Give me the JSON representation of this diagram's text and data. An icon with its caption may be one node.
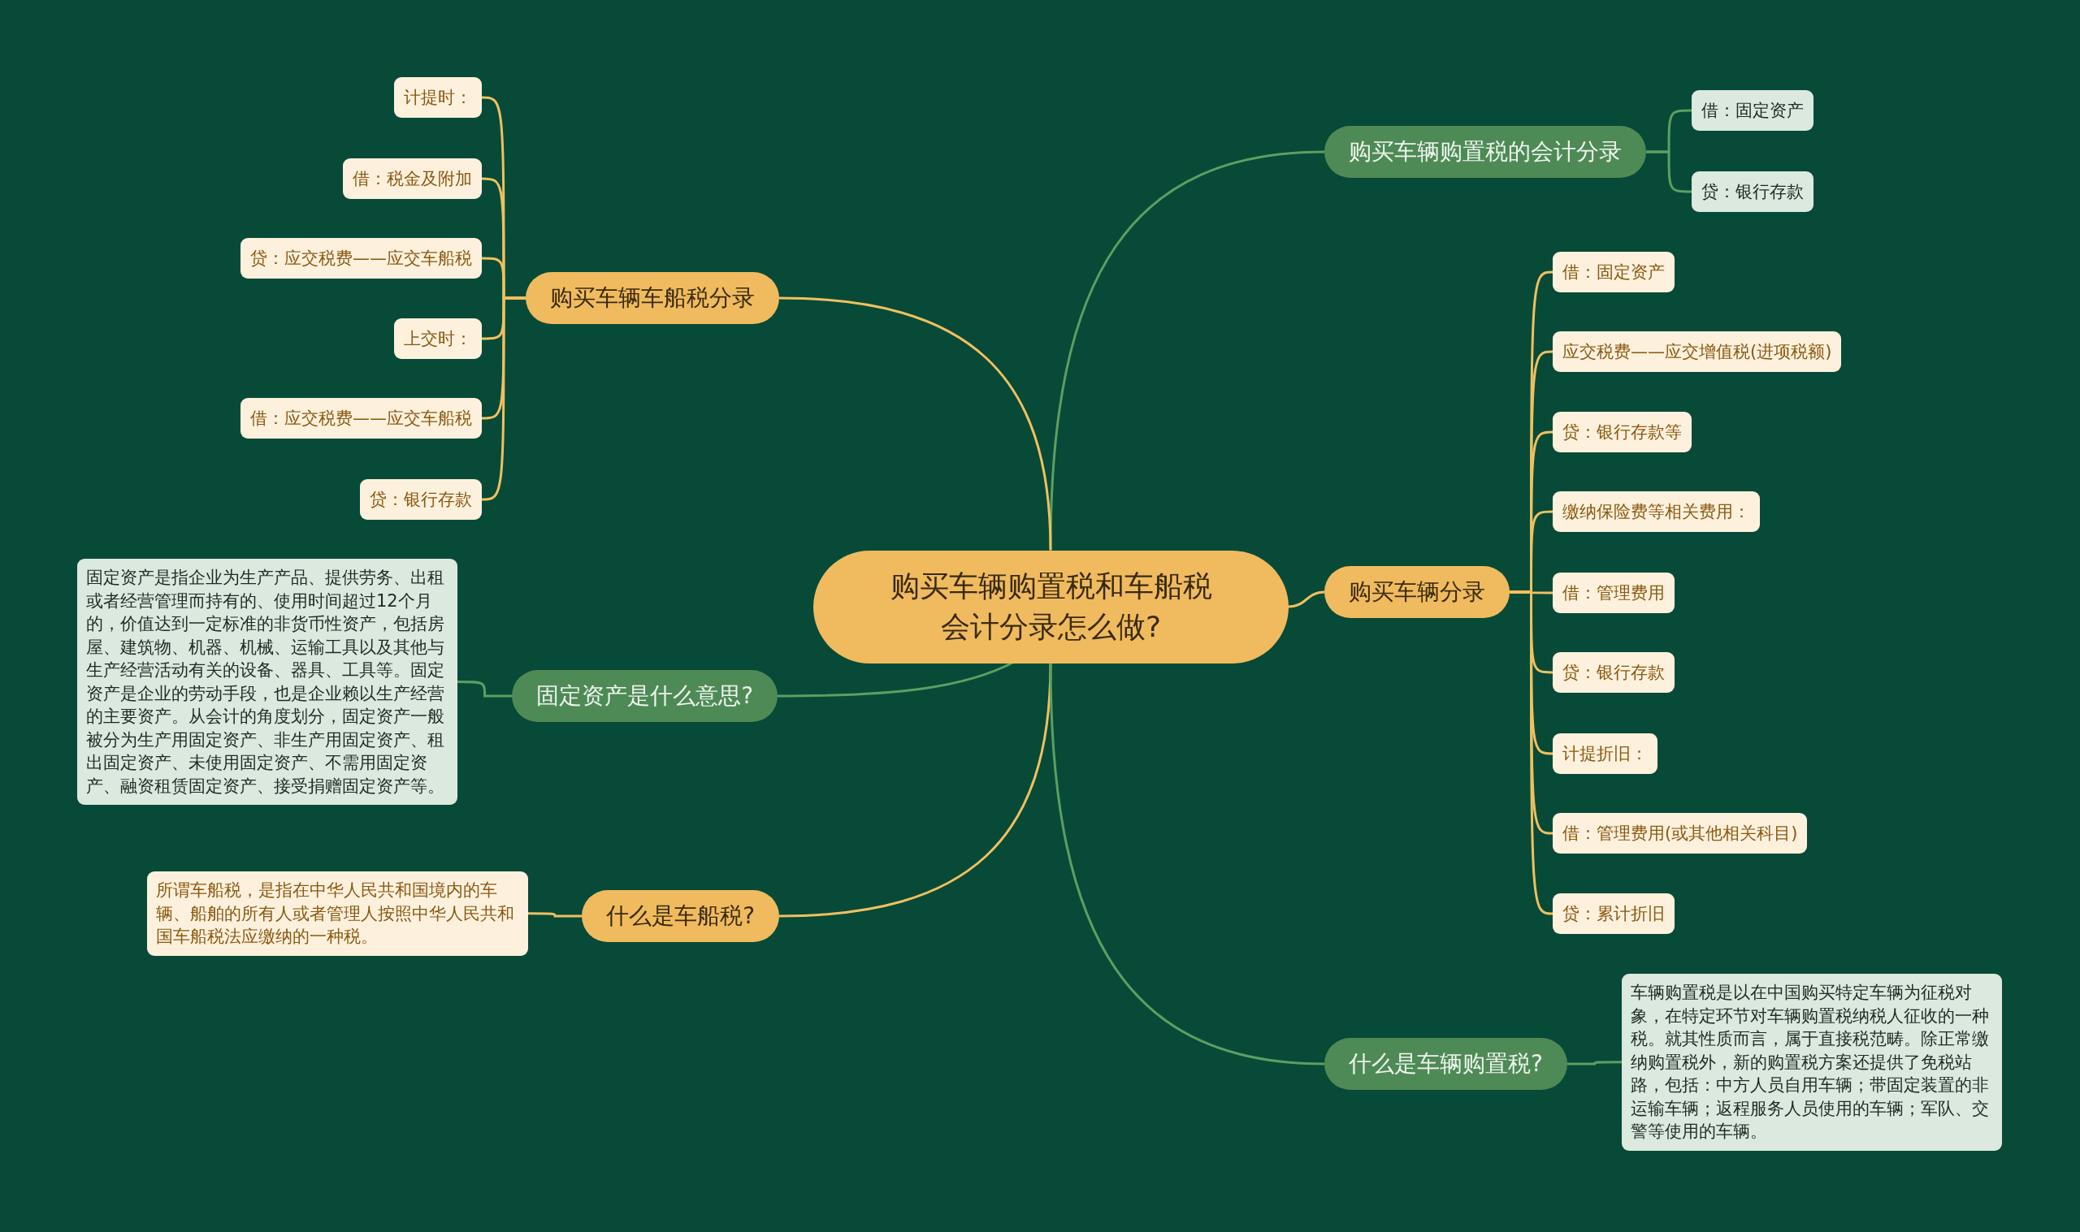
{
  "diagram": {
    "nodes": [
      {
        "text": [
          "购买车辆购置税和车船税会计分录怎么做?"
        ]
      },
      {
        "text": [
          "购买车辆购置税的会计分录"
        ]
      },
      {
        "text": [
          "借：固定资产"
        ]
      },
      {
        "text": [
          "贷：银行存款"
        ]
      },
      {
        "text": [
          "购买车辆车船税分录"
        ]
      },
      {
        "text": [
          "计提时："
        ]
      },
      {
        "text": [
          "借：税金及附加"
        ]
      },
      {
        "text": [
          "贷：应交税费——应交车船税"
        ]
      },
      {
        "text": [
          "上交时："
        ]
      },
      {
        "text": [
          "借：应交税费——应交车船税"
        ]
      },
      {
        "text": [
          "贷：银行存款"
        ]
      },
      {
        "text": [
          "购买车辆分录"
        ]
      },
      {
        "text": [
          "借：固定资产"
        ]
      },
      {
        "text": [
          "应交税费——应交增值税(进项税额)"
        ]
      },
      {
        "text": [
          "贷：银行存款等"
        ]
      },
      {
        "text": [
          "缴纳保险费等相关费用："
        ]
      },
      {
        "text": [
          "借：管理费用"
        ]
      },
      {
        "text": [
          "贷：银行存款"
        ]
      },
      {
        "text": [
          "计提折旧："
        ]
      },
      {
        "text": [
          "借：管理费用(或其他相关科目)"
        ]
      },
      {
        "text": [
          "贷：累计折旧"
        ]
      },
      {
        "text": [
          "固定资产是什么意思?"
        ]
      },
      {
        "text": [
          "固定资产是指企业为生产产品、提供劳务、出租或者经营管理而持有的、使用时间超过12个月的，价值达到一定标准的非货币性资产，包括房屋、建筑物、机器、机械、运输工具以及其他与生产经营活动有关的设备、器具、工具等。固定资产是企业的劳动手段，也是企业赖以生产经营的主要资产。从会计的角度划分，固定资产一般被分为生产用固定资产、非生产用固定资产、租出固定资产、未使用固定资产、不需用固定资产、融资租赁固定资产、接受捐赠固定资产等。"
        ]
      },
      {
        "text": [
          "什么是车船税?"
        ]
      },
      {
        "text": [
          "所谓车船税，是指在中华人民共和国境内的车辆、船舶的所有人或者管理人按照中华人民共和国车船税法应缴纳的一种税。"
        ]
      },
      {
        "text": [
          "什么是车辆购置税?"
        ]
      },
      {
        "text": [
          "车辆购置税是以在中国购买特定车辆为征税对象，在特定环节对车辆购置税纳税人征收的一种税。就其性质而言，属于直接税范畴。除正常缴纳购置税外，新的购置税方案还提供了免税站路，包括：中方人员自用车辆；带固定装置的非运输车辆；返程服务人员使用的车辆；军队、交警等使用的车辆。"
        ]
      }
    ],
    "edges": [
      {
        "from": 0,
        "to": 1,
        "arrow": "none",
        "color": "#5e9e62"
      },
      {
        "from": 1,
        "to": 2,
        "arrow": "none",
        "color": "#5e9e62"
      },
      {
        "from": 1,
        "to": 3,
        "arrow": "none",
        "color": "#5e9e62"
      },
      {
        "from": 0,
        "to": 4,
        "arrow": "none"
      },
      {
        "from": 4,
        "to": 5,
        "arrow": "none"
      },
      {
        "from": 4,
        "to": 6,
        "arrow": "none"
      },
      {
        "from": 4,
        "to": 7,
        "arrow": "none"
      },
      {
        "from": 4,
        "to": 8,
        "arrow": "none"
      },
      {
        "from": 4,
        "to": 9,
        "arrow": "none"
      },
      {
        "from": 4,
        "to": 10,
        "arrow": "none"
      },
      {
        "from": 0,
        "to": 11,
        "arrow": "none"
      },
      {
        "from": 11,
        "to": 12,
        "arrow": "none"
      },
      {
        "from": 11,
        "to": 13,
        "arrow": "none"
      },
      {
        "from": 11,
        "to": 14,
        "arrow": "none"
      },
      {
        "from": 11,
        "to": 15,
        "arrow": "none"
      },
      {
        "from": 11,
        "to": 16,
        "arrow": "none"
      },
      {
        "from": 11,
        "to": 17,
        "arrow": "none"
      },
      {
        "from": 11,
        "to": 18,
        "arrow": "none"
      },
      {
        "from": 11,
        "to": 19,
        "arrow": "none"
      },
      {
        "from": 11,
        "to": 20,
        "arrow": "none"
      },
      {
        "from": 0,
        "to": 21,
        "arrow": "none",
        "color": "#5e9e62"
      },
      {
        "from": 21,
        "to": 22,
        "arrow": "none",
        "color": "#5e9e62"
      },
      {
        "from": 0,
        "to": 23,
        "arrow": "none"
      },
      {
        "from": 23,
        "to": 24,
        "arrow": "none"
      },
      {
        "from": 0,
        "to": 25,
        "arrow": "none",
        "color": "#5e9e62"
      },
      {
        "from": 25,
        "to": 26,
        "arrow": "none",
        "color": "#5e9e62"
      }
    ]
  }
}
